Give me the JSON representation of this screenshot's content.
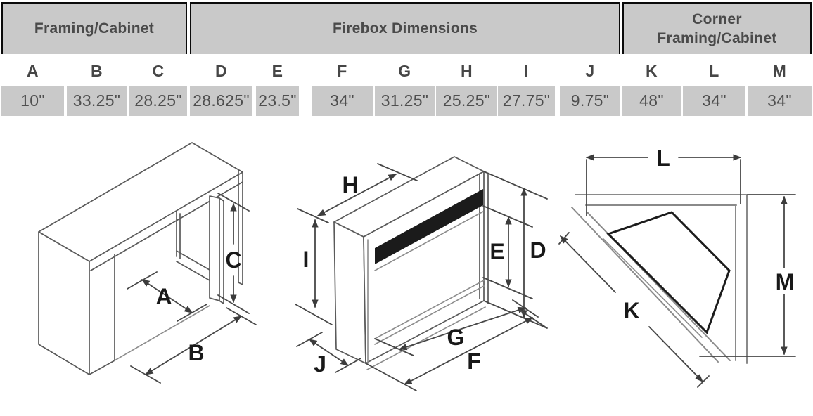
{
  "table": {
    "sections": [
      {
        "label": "Framing/Cabinet"
      },
      {
        "label": "Firebox Dimensions"
      },
      {
        "label": "Corner Framing/Cabinet"
      }
    ],
    "columns": [
      "A",
      "B",
      "C",
      "D",
      "E",
      "F",
      "G",
      "H",
      "I",
      "J",
      "K",
      "L",
      "M"
    ],
    "values": [
      "10\"",
      "33.25\"",
      "28.25\"",
      "28.625\"",
      "23.5\"",
      "34\"",
      "31.25\"",
      "25.25\"",
      "27.75\"",
      "9.75\"",
      "48\"",
      "34\"",
      "34\""
    ]
  },
  "diagrams": {
    "framing": {
      "labels": [
        "A",
        "B",
        "C"
      ]
    },
    "firebox": {
      "labels": [
        "D",
        "E",
        "F",
        "G",
        "H",
        "I",
        "J"
      ]
    },
    "corner": {
      "labels": [
        "K",
        "L",
        "M"
      ]
    }
  },
  "colors": {
    "cell_fill": "#c9c9c9",
    "border": "#0a0a0a",
    "header_text": "#4a4a4a",
    "value_text": "#4f4f4f",
    "drawing_line": "#5a5a5a",
    "dimension_line": "#474747",
    "label_text": "#181818"
  }
}
